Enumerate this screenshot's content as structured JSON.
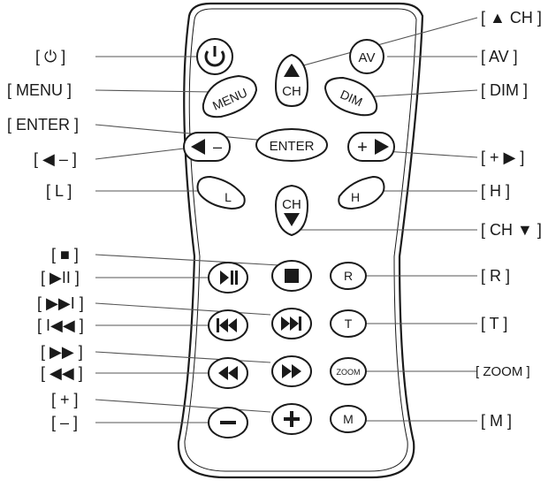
{
  "callouts": {
    "left": {
      "power": "[ ⏻ ]",
      "menu": "[ MENU ]",
      "enter": "[ ENTER ]",
      "left_minus": "[ ◀ – ]",
      "l": "[ L ]",
      "stop": "[ ■ ]",
      "play_pause": "[ ▶II ]",
      "next": "[ ▶▶I ]",
      "prev": "[ I◀◀ ]",
      "ffwd": "[ ▶▶ ]",
      "rew": "[ ◀◀ ]",
      "plus": "[ + ]",
      "minus": "[ – ]"
    },
    "right": {
      "ch_up": "[ ▲ CH ]",
      "av": "[ AV ]",
      "dim": "[ DIM ]",
      "plus_right": "[ + ▶ ]",
      "h": "[ H ]",
      "ch_down": "[ CH ▼ ]",
      "r": "[ R ]",
      "t": "[ T ]",
      "zoom": "[ ZOOM ]",
      "m": "[ M ]"
    }
  },
  "buttons": {
    "power": "⏻",
    "av": "AV",
    "ch_up": "CH",
    "menu": "MENU",
    "dim": "DIM",
    "enter": "ENTER",
    "left_minus": "–",
    "plus_right": "+",
    "l": "L",
    "h": "H",
    "ch_down": "CH",
    "r": "R",
    "t": "T",
    "zoom": "ZOOM",
    "m": "M",
    "plus": "+",
    "minus": "–"
  },
  "colors": {
    "ink": "#1a1a1a",
    "leader": "#555555",
    "remote_fill": "#ffffff"
  }
}
